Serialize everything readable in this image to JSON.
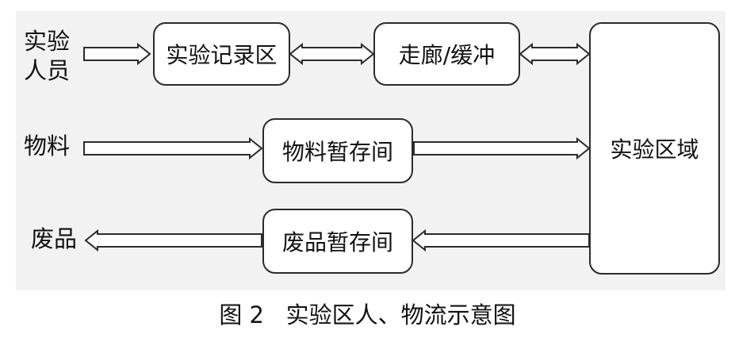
{
  "labels": {
    "personnel": "实验人员",
    "materials": "物料",
    "waste": "废品"
  },
  "boxes": {
    "record_area": "实验记录区",
    "corridor_buffer": "走廊/缓冲",
    "material_staging": "物料暂存间",
    "waste_staging": "废品暂存间",
    "lab_area": "实验区域"
  },
  "caption": "图 2   实验区人、物流示意图"
}
